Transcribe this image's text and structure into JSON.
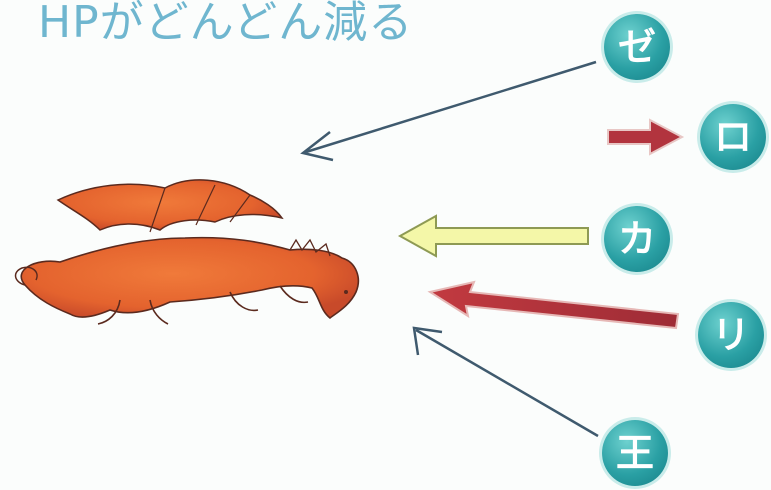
{
  "title": "HPがどんどん減る",
  "labels": {
    "ze": "ゼ",
    "ro": "ロ",
    "ka": "カ",
    "ri": "リ",
    "o": "王"
  },
  "colors": {
    "title": "#6fb6cf",
    "badge": "#2aa0a4",
    "dragon": "#e4632e",
    "arrow_thin": "#3f5a6e",
    "arrow_yellow": "#f4f7a8",
    "arrow_red": "#b2343e"
  }
}
